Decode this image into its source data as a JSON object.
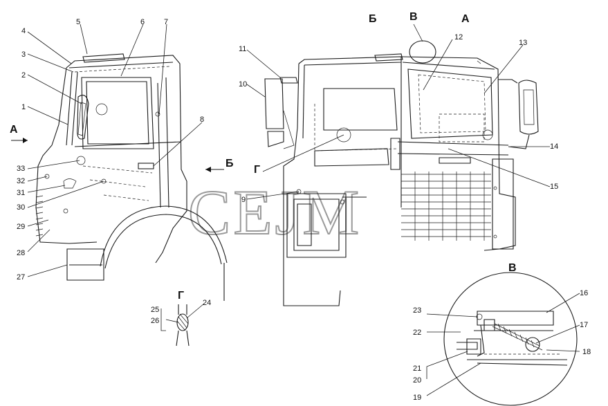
{
  "watermark": "СЕЈМ",
  "view_labels": {
    "left_view_arrow": "А",
    "view_b_arrow": "Б",
    "view_b_title": "Б",
    "view_v_title": "В",
    "view_a_title": "А",
    "section_g_pointer": "Г",
    "detail_v_title": "В",
    "detail_g_title": "Г"
  },
  "callouts": [
    "1",
    "2",
    "3",
    "4",
    "5",
    "6",
    "7",
    "8",
    "9",
    "10",
    "11",
    "12",
    "13",
    "14",
    "15",
    "16",
    "17",
    "18",
    "19",
    "20",
    "21",
    "22",
    "23",
    "24",
    "25",
    "26",
    "27",
    "28",
    "29",
    "30",
    "31",
    "32",
    "33"
  ]
}
